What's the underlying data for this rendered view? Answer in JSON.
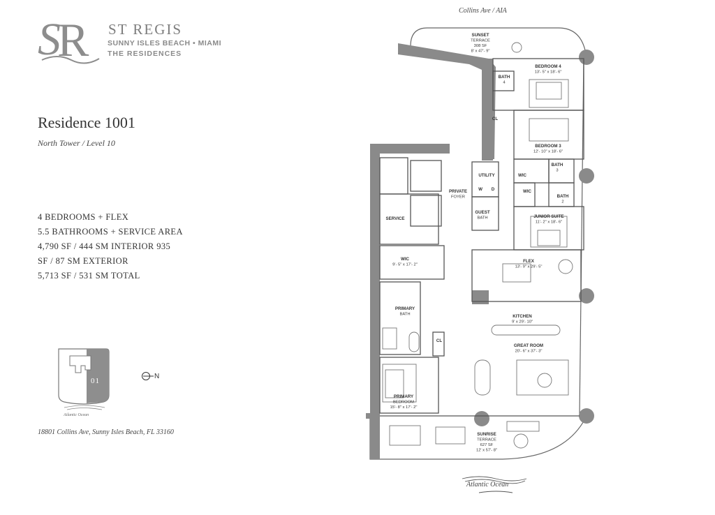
{
  "brand": {
    "name": "ST REGIS",
    "location": "SUNNY ISLES BEACH • MIAMI",
    "tagline": "THE RESIDENCES"
  },
  "residence": {
    "title": "Residence 1001",
    "subtitle": "North Tower / Level 10",
    "specs": [
      "4 BEDROOMS + FLEX",
      "5.5 BATHROOMS + SERVICE AREA",
      "4,790  SF / 444 SM INTERIOR 935",
      "SF / 87 SM EXTERIOR",
      "5,713 SF / 531 SM TOTAL"
    ],
    "address": "18801 Collins Ave, Sunny Isles Beach, FL 33160"
  },
  "keyplan": {
    "unit": "01",
    "ocean_label": "Atlantic Ocean",
    "north_label": "N"
  },
  "orientation": {
    "top_street": "Collins Ave / AIA",
    "bottom_ocean": "Atlantic Ocean"
  },
  "rooms": [
    {
      "key": "sunset",
      "lines": [
        "SUNSET",
        "TERRACE",
        "308 SF",
        "8' x 47'- 9\""
      ]
    },
    {
      "key": "bed4",
      "lines": [
        "BEDROOM 4",
        "13'- 5\" x 18'- 6\""
      ]
    },
    {
      "key": "bath4",
      "lines": [
        "BATH",
        "4"
      ]
    },
    {
      "key": "cl1",
      "lines": [
        "CL"
      ]
    },
    {
      "key": "bed3",
      "lines": [
        "BEDROOM 3",
        "12'- 10\" x 18'- 6\""
      ]
    },
    {
      "key": "utility",
      "lines": [
        "UTILITY"
      ]
    },
    {
      "key": "w",
      "lines": [
        "W"
      ]
    },
    {
      "key": "d",
      "lines": [
        "D"
      ]
    },
    {
      "key": "wic1",
      "lines": [
        "WIC"
      ]
    },
    {
      "key": "bath3",
      "lines": [
        "BATH",
        "3"
      ]
    },
    {
      "key": "foyer",
      "lines": [
        "PRIVATE",
        "FOYER"
      ]
    },
    {
      "key": "wic2",
      "lines": [
        "WIC"
      ]
    },
    {
      "key": "bath2",
      "lines": [
        "BATH",
        "2"
      ]
    },
    {
      "key": "guest",
      "lines": [
        "GUEST",
        "BATH"
      ]
    },
    {
      "key": "service",
      "lines": [
        "SERVICE"
      ]
    },
    {
      "key": "junior",
      "lines": [
        "JUNIOR SUITE",
        "11'- 2\" x 18'- 6\""
      ]
    },
    {
      "key": "wic3",
      "lines": [
        "WIC",
        "9'- 5\" x 17'- 2\""
      ]
    },
    {
      "key": "flex",
      "lines": [
        "FLEX",
        "13'- 9\" x 29'- 5\""
      ]
    },
    {
      "key": "pbath",
      "lines": [
        "PRIMARY",
        "BATH"
      ]
    },
    {
      "key": "kitchen",
      "lines": [
        "KITCHEN",
        "9' x 29'- 10\""
      ]
    },
    {
      "key": "cl2",
      "lines": [
        "CL"
      ]
    },
    {
      "key": "great",
      "lines": [
        "GREAT ROOM",
        "20'- 6\" x 37'- 3\""
      ]
    },
    {
      "key": "pbed",
      "lines": [
        "PRIMARY",
        "BEDROOM",
        "15'- 8\" x 17'- 2\""
      ]
    },
    {
      "key": "sunrise",
      "lines": [
        "SUNRISE",
        "TERRACE",
        "627 SF",
        "12' x 57'- 8\""
      ]
    }
  ],
  "colors": {
    "wall": "#8a8a8a",
    "line": "#555555",
    "text": "#333333"
  }
}
